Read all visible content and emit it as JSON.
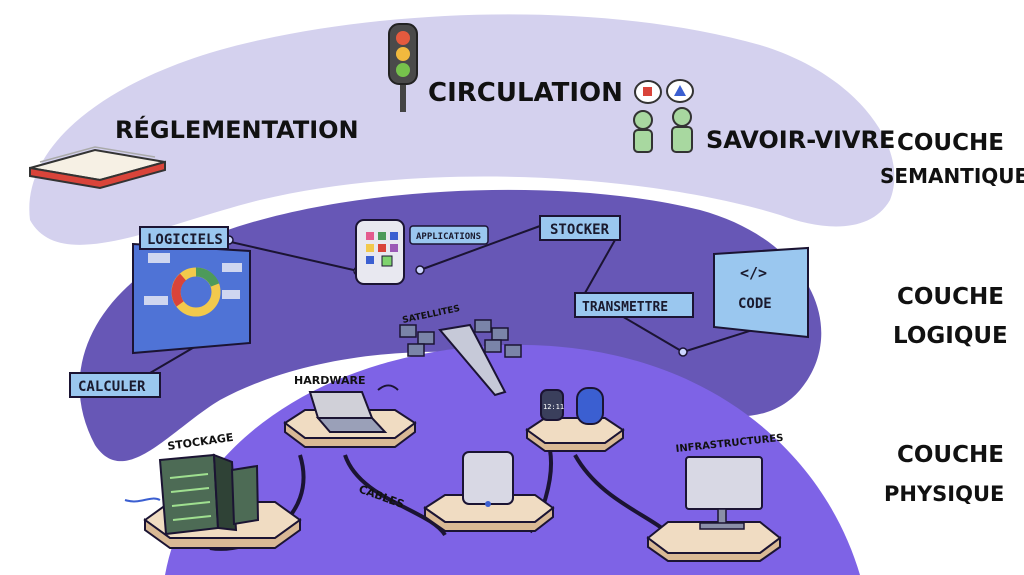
{
  "layers": {
    "semantic": {
      "label_line1": "COUCHE",
      "label_line2": "SEMANTIQUE",
      "items": {
        "reglementation": "RÉGLEMENTATION",
        "circulation": "CIRCULATION",
        "savoir_vivre": "SAVOIR-VIVRE"
      }
    },
    "logical": {
      "label_line1": "COUCHE",
      "label_line2": "LOGIQUE",
      "items": {
        "logiciels": "LOGICIELS",
        "applications": "APPLICATIONS",
        "stocker": "STOCKER",
        "transmettre": "TRANSMETTRE",
        "code": "CODE",
        "calculer": "CALCULER",
        "satellites": "SATELLITES"
      }
    },
    "physical": {
      "label_line1": "COUCHE",
      "label_line2": "PHYSIQUE",
      "items": {
        "hardware": "HARDWARE",
        "stockage": "STOCKAGE",
        "cables": "CABLES",
        "infrastructures": "INFRASTRUCTURES"
      }
    }
  },
  "devices": {
    "watch_time": "12:11",
    "code_symbol": "</>"
  },
  "colors": {
    "semantic_fill": "#d4d1ee",
    "logical_fill": "#6757b6",
    "physical_fill": "#7e63e6",
    "tag_fill": "#9ac7ef",
    "platform_fill": "#f0dcc2"
  }
}
